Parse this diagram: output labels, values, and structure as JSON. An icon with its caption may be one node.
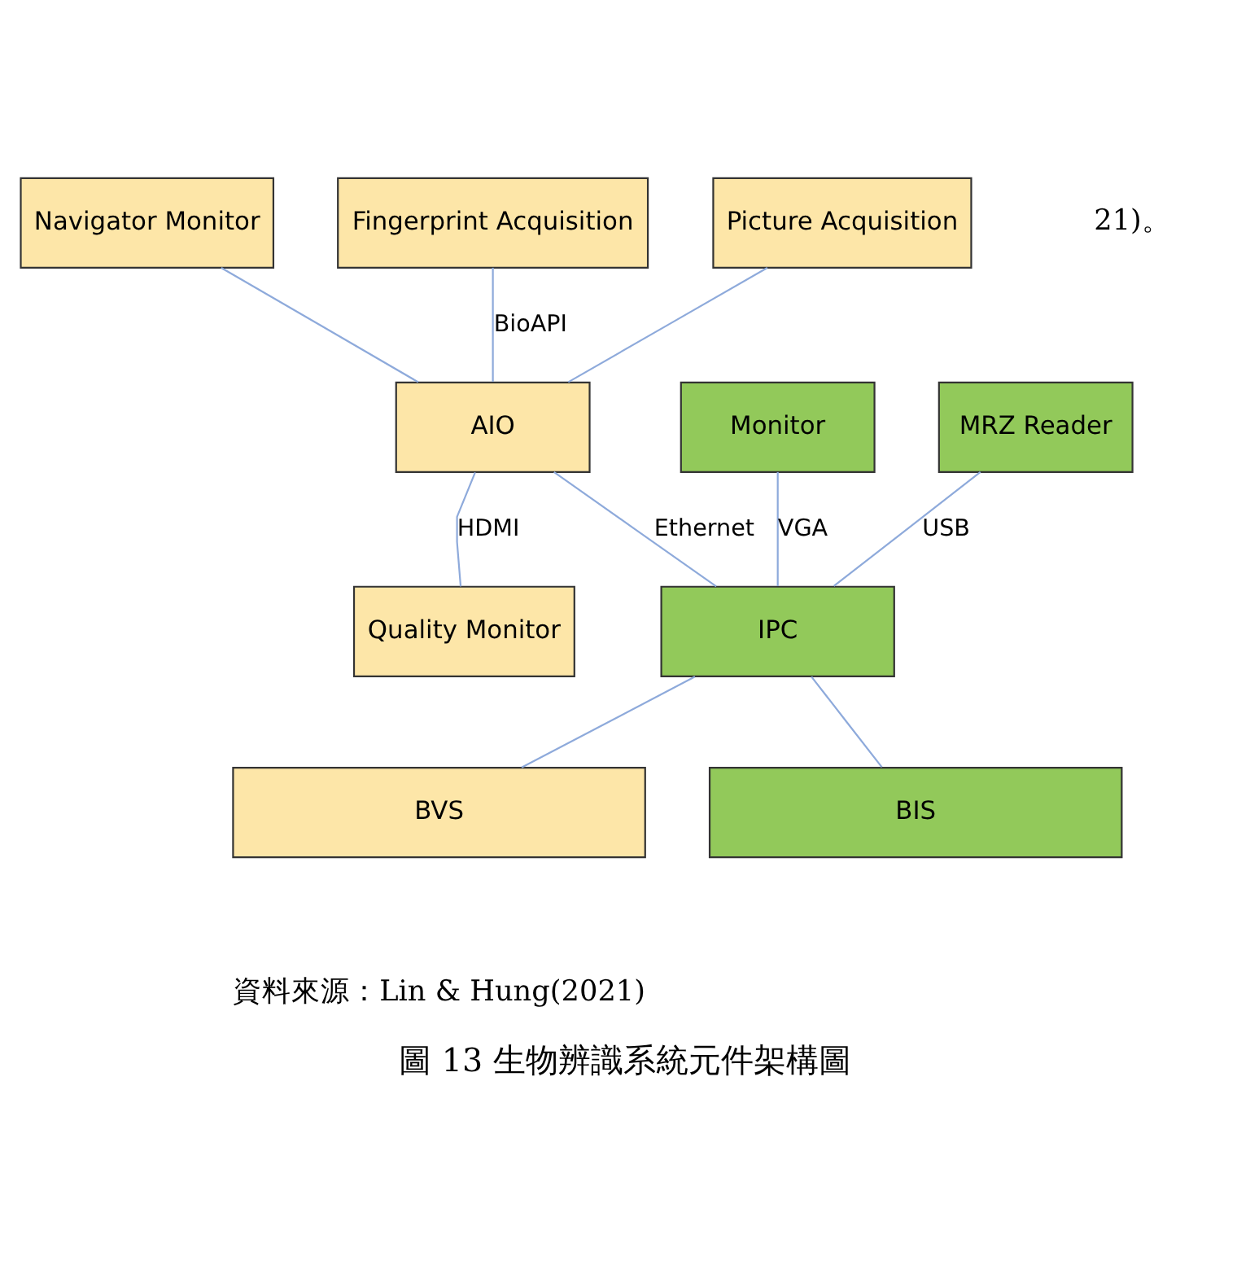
{
  "diagram": {
    "caption": "圖 13 生物辨識系統元件架構圖",
    "nodes": [
      {
        "text": [
          "Navigator Monitor"
        ]
      },
      {
        "text": [
          "Fingerprint Acquisition"
        ]
      },
      {
        "text": [
          "Picture Acquisition"
        ]
      },
      {
        "text": [
          "AIO"
        ]
      },
      {
        "text": [
          "Monitor"
        ]
      },
      {
        "text": [
          "MRZ Reader"
        ]
      },
      {
        "text": [
          "Quality Monitor"
        ]
      },
      {
        "text": [
          "IPC"
        ]
      },
      {
        "text": [
          "BVS"
        ]
      },
      {
        "text": [
          "BIS"
        ]
      }
    ],
    "edges": [
      {
        "from": 0,
        "to": 3,
        "arrow": "none"
      },
      {
        "from": 1,
        "to": 3,
        "arrow": "none",
        "label": "BioAPI"
      },
      {
        "from": 2,
        "to": 3,
        "arrow": "none"
      },
      {
        "from": 3,
        "to": 6,
        "arrow": "none",
        "label": "HDMI"
      },
      {
        "from": 3,
        "to": 7,
        "arrow": "none",
        "label": "Ethernet"
      },
      {
        "from": 4,
        "to": 7,
        "arrow": "none",
        "label": "VGA"
      },
      {
        "from": 5,
        "to": 7,
        "arrow": "none",
        "label": "USB"
      },
      {
        "from": 7,
        "to": 8,
        "arrow": "none"
      },
      {
        "from": 7,
        "to": 9,
        "arrow": "none"
      }
    ],
    "labels": [
      "21)。",
      "資料來源：Lin & Hung(2021)"
    ]
  }
}
